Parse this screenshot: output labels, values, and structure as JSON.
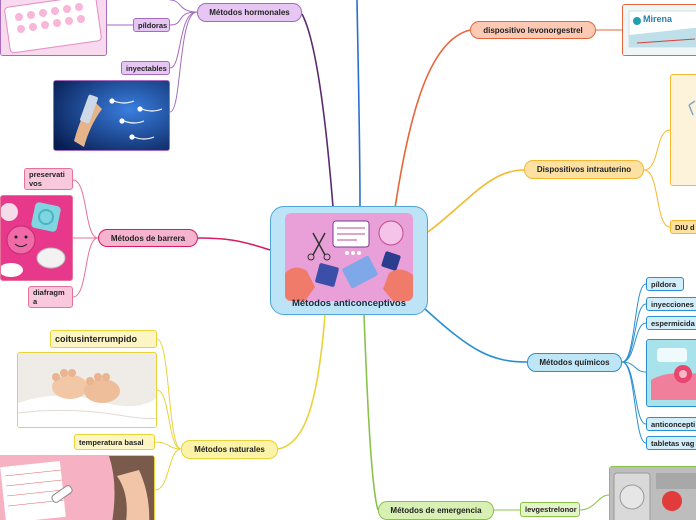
{
  "central_topic": "Métodos anticonceptivos",
  "branches": {
    "hormonales": {
      "label": "Métodos hormonales",
      "color": "#5b2a6e",
      "children": [
        "píldoras",
        "inyectables"
      ]
    },
    "barrera": {
      "label": "Métodos de barrera",
      "color": "#d81b60",
      "children": [
        "preservativos",
        "diafragma"
      ]
    },
    "naturales": {
      "label": "Métodos naturales",
      "color": "#e8d33a",
      "children": [
        "coitusinterrumpido",
        "temperatura basal"
      ]
    },
    "emergencia": {
      "label": "Métodos de emergencia",
      "color": "#8bc34a",
      "children": [
        "levgestrelonor"
      ]
    },
    "levonorgestrel": {
      "label": "dispositivo levonorgestrel",
      "color": "#e8643a",
      "image_label": "Mirena"
    },
    "intrauterino": {
      "label": "Dispositivos intrauterino",
      "color": "#f5b82e",
      "children": [
        "DIU d"
      ]
    },
    "quimicos": {
      "label": "Métodos químicos",
      "color": "#2a8fd0",
      "children": [
        "píldora",
        "inyecciones",
        "espermicida",
        "anticoncepti",
        "tabletas vag"
      ]
    }
  }
}
